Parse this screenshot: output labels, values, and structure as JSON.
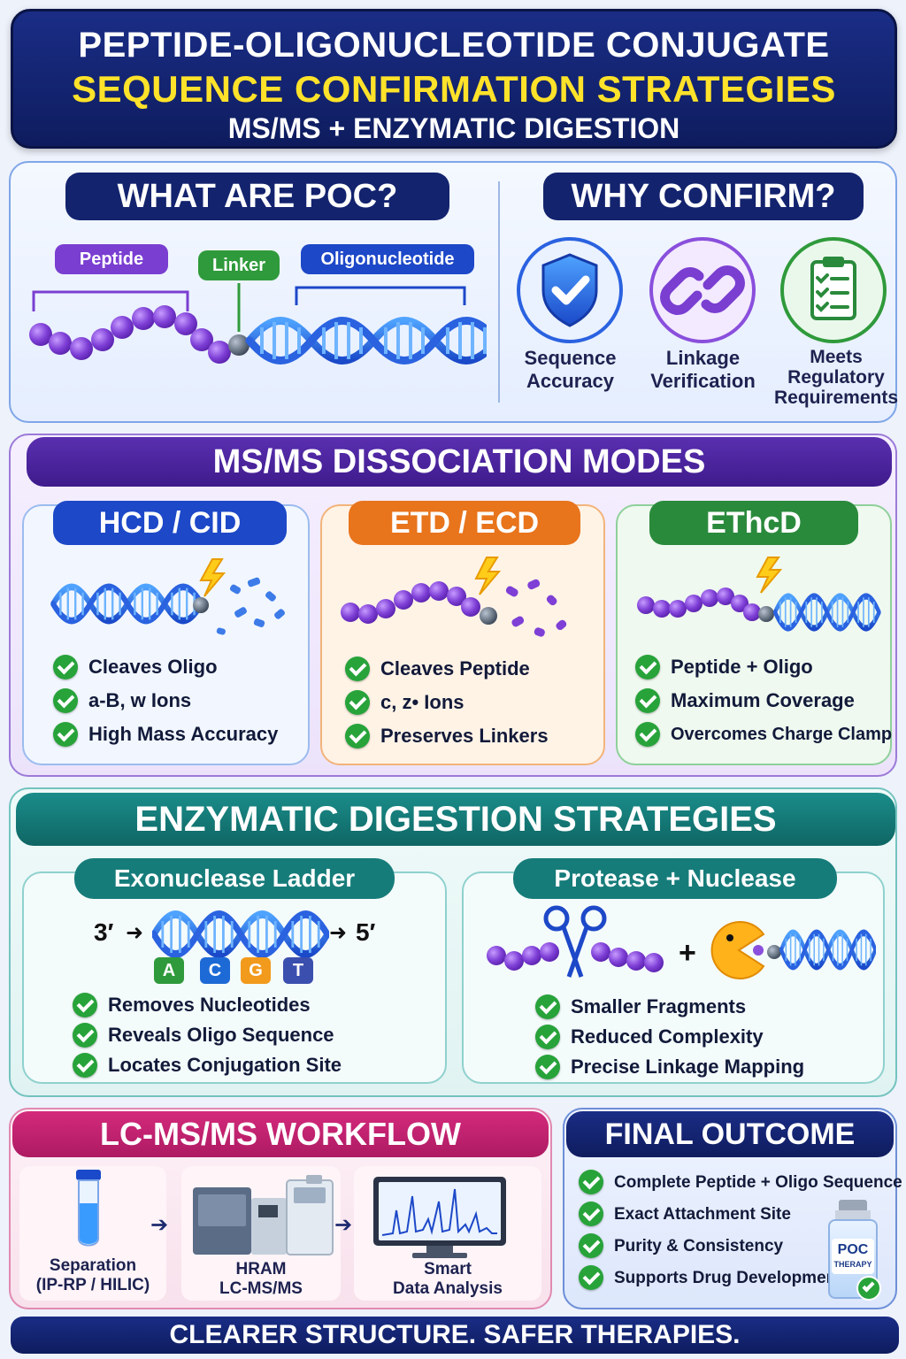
{
  "header": {
    "line1": "PEPTIDE-OLIGONUCLEOTIDE CONJUGATE",
    "line2": "SEQUENCE CONFIRMATION STRATEGIES",
    "line3": "MS/MS + ENZYMATIC DIGESTION"
  },
  "poc": {
    "title": "WHAT ARE POC?",
    "labels": {
      "peptide": "Peptide",
      "linker": "Linker",
      "oligo": "Oligonucleotide"
    }
  },
  "why": {
    "title": "WHY CONFIRM?",
    "items": [
      {
        "line1": "Sequence",
        "line2": "Accuracy",
        "icon": "shield-check-icon"
      },
      {
        "line1": "Linkage",
        "line2": "Verification",
        "icon": "chain-link-icon"
      },
      {
        "line1": "Meets",
        "line2": "Regulatory",
        "line3": "Requirements",
        "icon": "clipboard-checklist-icon"
      }
    ]
  },
  "msms": {
    "title": "MS/MS DISSOCIATION MODES",
    "modes": [
      {
        "name": "HCD / CID",
        "color": "#1d48c8",
        "points": [
          "Cleaves Oligo",
          "a-B, w Ions",
          "High Mass Accuracy"
        ]
      },
      {
        "name": "ETD / ECD",
        "color": "#e8741c",
        "points": [
          "Cleaves Peptide",
          "c, z• Ions",
          "Preserves Linkers"
        ]
      },
      {
        "name": "EThcD",
        "color": "#2a8a3c",
        "points": [
          "Peptide + Oligo",
          "Maximum Coverage",
          "Overcomes Charge Clamp"
        ]
      }
    ]
  },
  "enzymatic": {
    "title": "ENZYMATIC DIGESTION STRATEGIES",
    "exo": {
      "title": "Exonuclease Ladder",
      "left": "3′",
      "right": "5′",
      "bases": [
        "A",
        "C",
        "G",
        "T"
      ],
      "points": [
        "Removes Nucleotides",
        "Reveals Oligo Sequence",
        "Locates Conjugation Site"
      ]
    },
    "protease": {
      "title": "Protease + Nuclease",
      "plus": "+",
      "points": [
        "Smaller Fragments",
        "Reduced Complexity",
        "Precise Linkage Mapping"
      ]
    }
  },
  "workflow": {
    "title": "LC-MS/MS WORKFLOW",
    "steps": [
      {
        "line1": "Separation",
        "line2": "(IP-RP / HILIC)"
      },
      {
        "line1": "HRAM",
        "line2": "LC-MS/MS"
      },
      {
        "line1": "Smart",
        "line2": "Data Analysis"
      }
    ]
  },
  "outcome": {
    "title": "FINAL OUTCOME",
    "points": [
      "Complete Peptide + Oligo Sequence",
      "Exact Attachment Site",
      "Purity & Consistency",
      "Supports Drug Development"
    ],
    "vial_line1": "POC",
    "vial_line2": "THERAPY"
  },
  "footer": {
    "text": "CLEARER STRUCTURE. SAFER THERAPIES."
  },
  "colors": {
    "navy": "#13236e",
    "yellow": "#ffe22a",
    "purple": "#4b1f9a",
    "teal": "#147a78",
    "magenta": "#c21f6e",
    "check": "#27a33a"
  }
}
